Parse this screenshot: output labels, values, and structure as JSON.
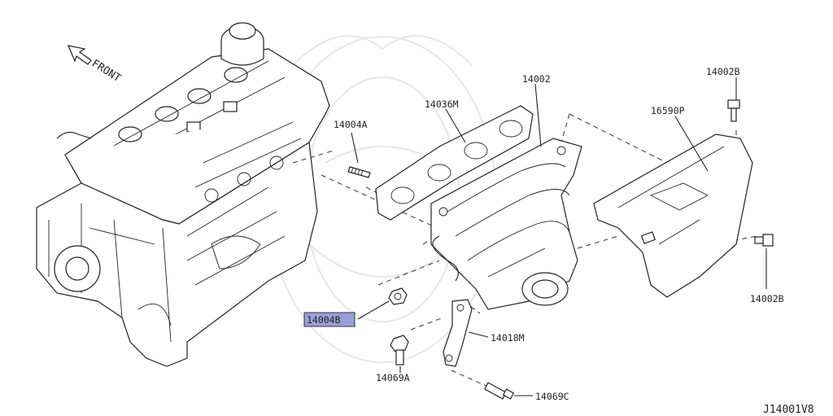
{
  "diagram_id": "J14001V8",
  "direction_label": "FRONT",
  "highlight_color": "#9aa0d8",
  "parts": {
    "p14002": "14002",
    "p14002B_top": "14002B",
    "p14002B_right": "14002B",
    "p14004A": "14004A",
    "p14004B": "14004B",
    "p14036M": "14036M",
    "p16590P": "16590P",
    "p14018M": "14018M",
    "p14069A": "14069A",
    "p14069C": "14069C"
  }
}
